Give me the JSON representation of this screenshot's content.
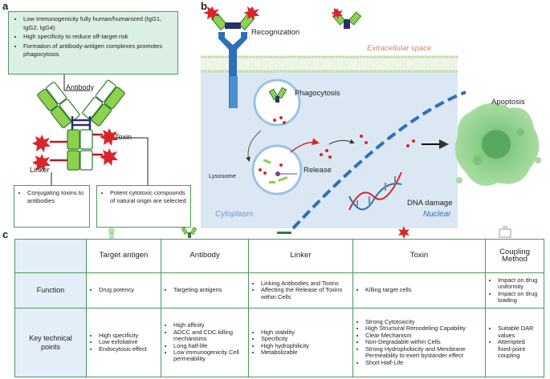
{
  "panel_a": {
    "letter": "a",
    "top_box_items": [
      "Low immunogenicity fully human/humanized (IgG1, IgG2, IgG4)",
      "High specificity to reduce off-target risk",
      "Formation of antibody-antigen complexes promotes phagocytosis"
    ],
    "antibody_label": "Antibody",
    "toxin_label": "Toxin",
    "linker_label": "Linker",
    "linker_box_items": [
      "Conjugating toxins to antibodies"
    ],
    "toxin_box_items": [
      "Potent cytotoxic compounds of natural origin are selected"
    ]
  },
  "panel_b": {
    "letter": "b",
    "recognization": "Recognization",
    "extracellular": "Extracellular space",
    "phagocytosis": "Phagocytosis",
    "lysosome": "Lysosome",
    "release": "Release",
    "cytoplasm": "Cytoplasm",
    "dna_damage": "DNA damage",
    "nuclear": "Nuclear",
    "apoptosis": "Apoptosis"
  },
  "panel_c": {
    "letter": "c",
    "columns": [
      "Target antigen",
      "Antibody",
      "Linker",
      "Toxin",
      "Coupling Method"
    ],
    "rows": [
      {
        "header": "Function",
        "cells": [
          [
            "Drug potency"
          ],
          [
            "Targeting antigens"
          ],
          [
            "Linking Antibodies and Toxins",
            "Affecting the Release of Toxins within Cells"
          ],
          [
            "Killing target cells"
          ],
          [
            "Impact on drug uniformity",
            "Impact on drug loading"
          ]
        ]
      },
      {
        "header": "Key technical points",
        "cells": [
          [
            "High specificity",
            "Low exfoliative",
            "Endocytosis effect"
          ],
          [
            "High affinity",
            "ADCC and CDC killing mechanisms",
            "Long half-life",
            "Low immunogenicity Cell permeability"
          ],
          [
            "High stability",
            "Specificity",
            "High hydrophilicity",
            "Metabolizable"
          ],
          [
            "Strong Cytotoxicity",
            "High Structural Remodeling Capability",
            "Clear Mechanism",
            "Non-Degradable within Cells",
            "Strong Hydrophobicity and Membrane Permeability to exert bystander effect",
            "Short Half-Life"
          ],
          [
            "Suitable DAR values",
            "Attempted fixed-point coupling"
          ]
        ]
      }
    ]
  },
  "colors": {
    "green_border": "#4a9a5a",
    "light_green": "#8fd14f",
    "dark_green": "#2f7d32",
    "navy": "#2b2f6e",
    "red": "#d9262c",
    "blue_cell": "#dbe8f4",
    "membrane_blue": "#2e6fb7",
    "table_header_blue": "#e3eef8"
  }
}
